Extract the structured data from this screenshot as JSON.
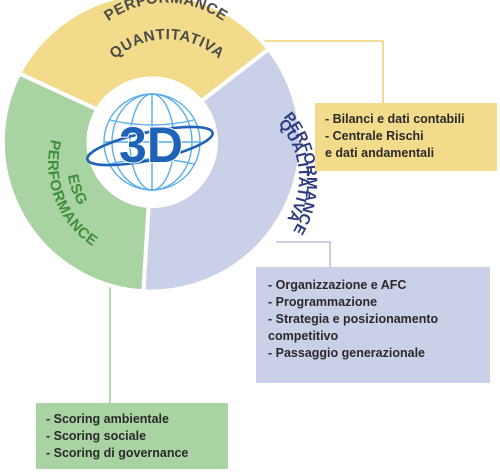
{
  "colors": {
    "quantitativa": "#f2dc8c",
    "qualitativa": "#c9d0e8",
    "esg": "#a9d3a2",
    "ring_bg": "#ffffff",
    "connector_quant": "#e8c95a",
    "connector_qual": "#aab4d6",
    "connector_esg": "#8cc385",
    "text_dark": "#4a4a4a",
    "text_green": "#3f8f3a",
    "text_navy": "#2e3a80",
    "center_blue": "#1e63b8",
    "globe_blue": "#5aaee8"
  },
  "center": {
    "label": "3D"
  },
  "segments": {
    "quantitativa": {
      "line1": "PERFORMANCE",
      "line2": "QUANTITATIVA"
    },
    "qualitativa": {
      "line1": "PERFORMANCE",
      "line2": "QUALITATIVA"
    },
    "esg": {
      "line1": "PERFORMANCE",
      "line2": "ESG"
    }
  },
  "boxes": {
    "quantitativa": {
      "items": [
        "- Bilanci e dati contabili",
        "- Centrale Rischi",
        "e dati andamentali"
      ]
    },
    "qualitativa": {
      "items": [
        "- Organizzazione e AFC",
        "- Programmazione",
        "- Strategia e posizionamento",
        "competitivo",
        "- Passaggio generazionale"
      ]
    },
    "esg": {
      "items": [
        "- Scoring ambientale",
        "- Scoring sociale",
        "- Scoring di governance"
      ]
    }
  },
  "icons": [
    "globe-icon"
  ]
}
